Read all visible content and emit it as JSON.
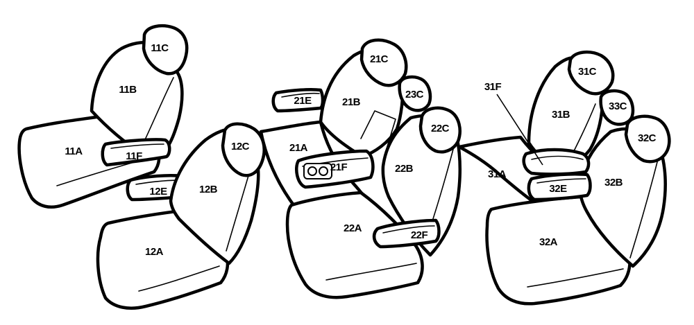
{
  "labels": {
    "s11c": "11C",
    "s11b": "11B",
    "s11a": "11A",
    "s11f": "11F",
    "s12c": "12C",
    "s12b": "12B",
    "s12a": "12A",
    "s12e": "12E",
    "s21c": "21C",
    "s21b": "21B",
    "s21a": "21A",
    "s21e": "21E",
    "s21f": "21F",
    "s23c": "23C",
    "s22c": "22C",
    "s22b": "22B",
    "s22a": "22A",
    "s22f": "22F",
    "s31c": "31C",
    "s31b": "31B",
    "s31a": "31A",
    "s31f": "31F",
    "s33c": "33C",
    "s32c": "32C",
    "s32b": "32B",
    "s32a": "32A",
    "s32e": "32E"
  }
}
